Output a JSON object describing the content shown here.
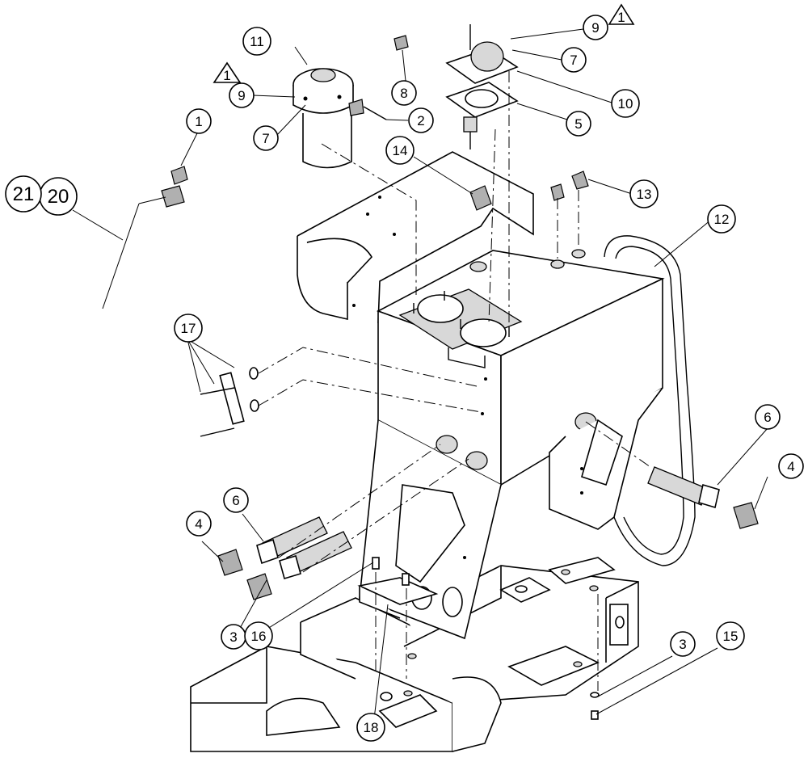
{
  "callouts": [
    {
      "id": "c1",
      "text": "1"
    },
    {
      "id": "c2",
      "text": "2"
    },
    {
      "id": "c3a",
      "text": "3"
    },
    {
      "id": "c3b",
      "text": "3"
    },
    {
      "id": "c4a",
      "text": "4"
    },
    {
      "id": "c4b",
      "text": "4"
    },
    {
      "id": "c5",
      "text": "5"
    },
    {
      "id": "c6a",
      "text": "6"
    },
    {
      "id": "c6b",
      "text": "6"
    },
    {
      "id": "c7a",
      "text": "7"
    },
    {
      "id": "c7b",
      "text": "7"
    },
    {
      "id": "c8",
      "text": "8"
    },
    {
      "id": "c9a",
      "text": "9"
    },
    {
      "id": "c9b",
      "text": "9"
    },
    {
      "id": "c10",
      "text": "10"
    },
    {
      "id": "c11",
      "text": "11"
    },
    {
      "id": "c12",
      "text": "12"
    },
    {
      "id": "c13",
      "text": "13"
    },
    {
      "id": "c14",
      "text": "14"
    },
    {
      "id": "c15",
      "text": "15"
    },
    {
      "id": "c16",
      "text": "16"
    },
    {
      "id": "c17",
      "text": "17"
    },
    {
      "id": "c18",
      "text": "18"
    },
    {
      "id": "c20",
      "text": "20"
    },
    {
      "id": "c21",
      "text": "21"
    }
  ],
  "revision_flags": [
    {
      "id": "flag-a",
      "text": "1"
    },
    {
      "id": "flag-b",
      "text": "1"
    }
  ]
}
